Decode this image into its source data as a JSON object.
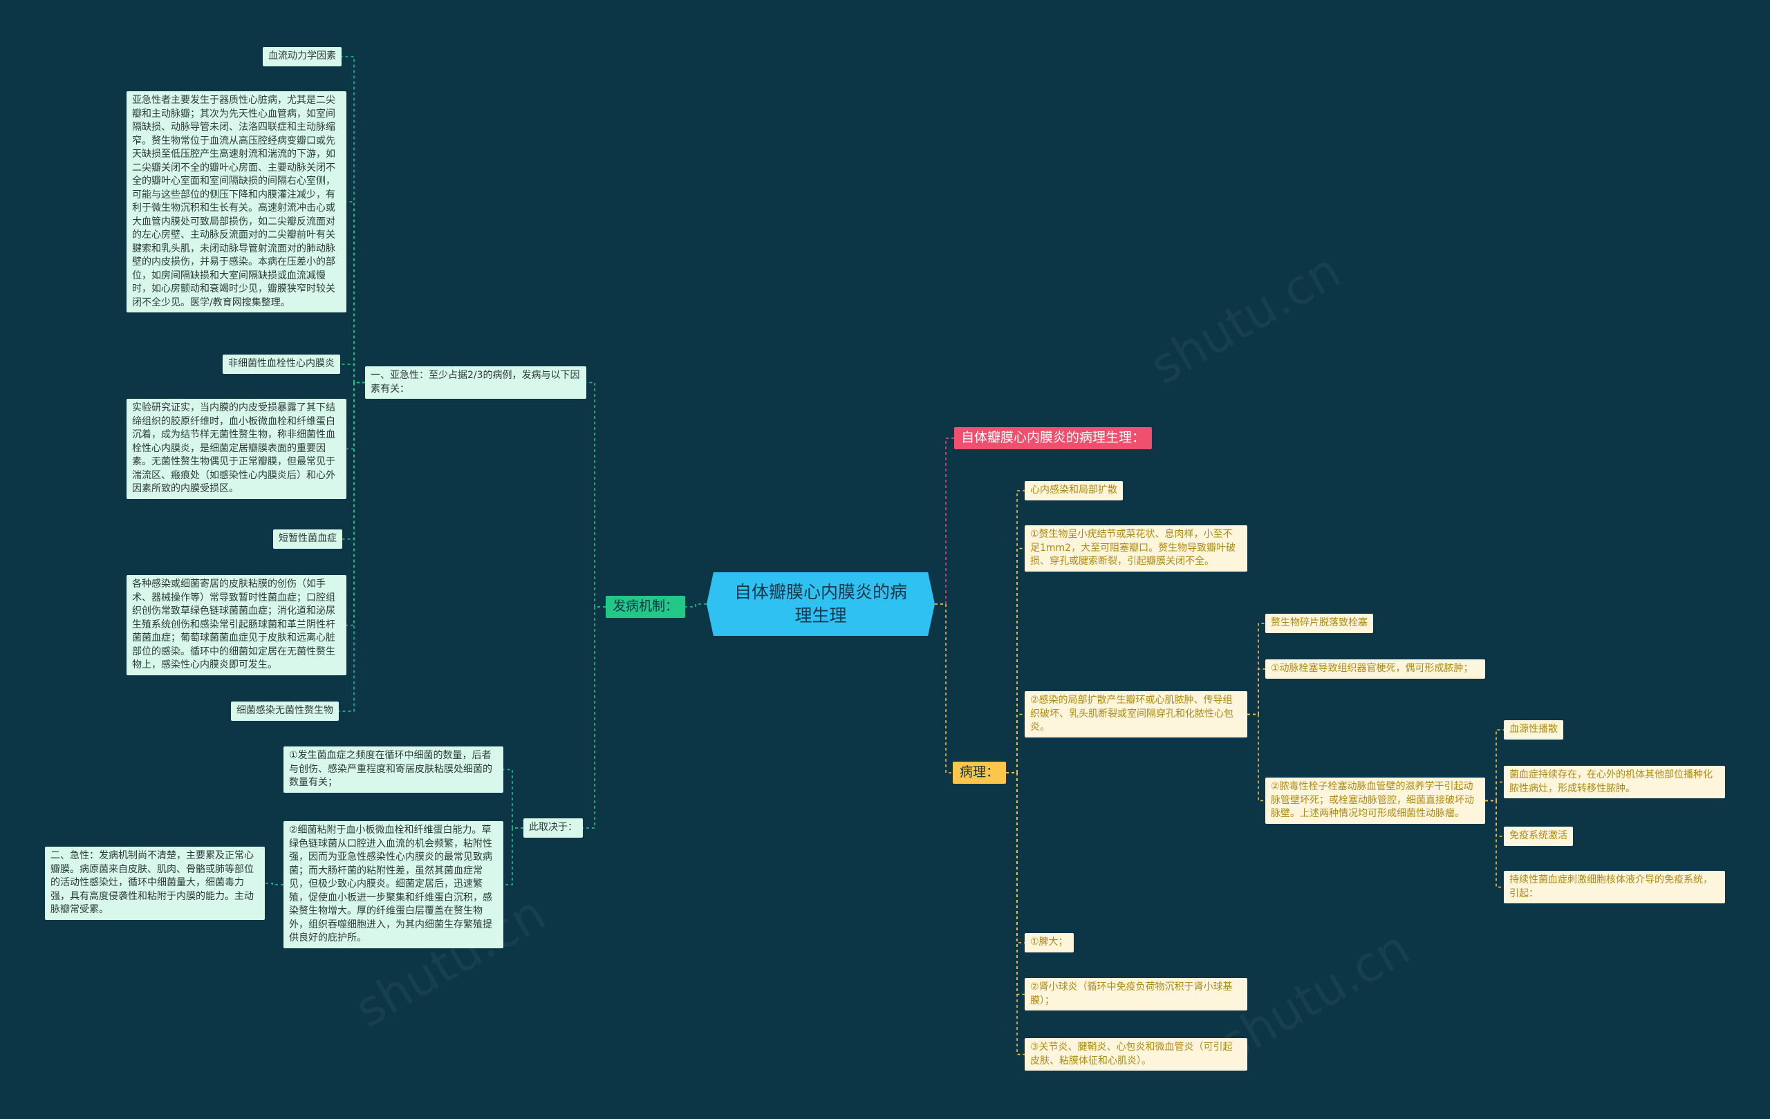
{
  "root": "自体瓣膜心内膜炎的病理生理",
  "left": {
    "branch": "发病机制：",
    "subacute": {
      "title": "一、亚急性：至少占据2/3的病例，发病与以下因素有关：",
      "hemo_title": "血流动力学因素",
      "hemo_text": "亚急性者主要发生于器质性心脏病，尤其是二尖瓣和主动脉瓣；其次为先天性心血管病，如室间隔缺损、动脉导管未闭、法洛四联症和主动脉缩窄。赘生物常位于血流从高压腔经病变瓣口或先天缺损至低压腔产生高速射流和湍流的下游，如二尖瓣关闭不全的瓣叶心房面、主要动脉关闭不全的瓣叶心室面和室间隔缺损的间隔右心室侧，可能与这些部位的侧压下降和内膜灌注减少，有利于微生物沉积和生长有关。高速射流冲击心或大血管内膜处可致局部损伤，如二尖瓣反流面对的左心房壁、主动脉反流面对的二尖瓣前叶有关腱索和乳头肌，未闭动脉导管射流面对的肺动脉壁的内皮损伤，并易于感染。本病在压差小的部位，如房间隔缺损和大室间隔缺损或血流减慢时，如心房颤动和衰竭时少见，瓣膜狭窄时较关闭不全少见。医学/教育网搜集整理。",
      "nbte_title": "非细菌性血栓性心内膜炎",
      "nbte_text": "实验研究证实，当内膜的内皮受损暴露了其下结缔组织的胶原纤维时，血小板微血栓和纤维蛋白沉着，成为结节样无菌性赘生物，称非细菌性血栓性心内膜炎，是细菌定居瓣膜表面的重要因素。无菌性赘生物偶见于正常瓣膜，但最常见于湍流区、瘢痕处（如感染性心内膜炎后）和心外因素所致的内膜受损区。",
      "bact_title": "短暂性菌血症",
      "bact_text": "各种感染或细菌寄居的皮肤粘膜的创伤（如手术、器械操作等）常导致暂时性菌血症；口腔组织创伤常致草绿色链球菌菌血症；消化道和泌尿生殖系统创伤和感染常引起肠球菌和革兰阴性杆菌菌血症；葡萄球菌菌血症见于皮肤和远离心脏部位的感染。循环中的细菌如定居在无菌性赘生物上，感染性心内膜炎即可发生。",
      "infect_title": "细菌感染无菌性赘生物",
      "depends_title": "此取决于：",
      "depends_1": "①发生菌血症之频度在循环中细菌的数量，后者与创伤、感染严重程度和寄居皮肤粘膜处细菌的数量有关；",
      "depends_2": "②细菌粘附于血小板微血栓和纤维蛋白能力。草绿色链球菌从口腔进入血流的机会频繁，粘附性强，因而为亚急性感染性心内膜炎的最常见致病菌；而大肠杆菌的粘附性差，虽然其菌血症常见，但极少致心内膜炎。细菌定居后，迅速繁殖，促使血小板进一步聚集和纤维蛋白沉积，感染赘生物增大。厚的纤维蛋白层覆盖在赘生物外，组织吞噬细胞进入，为其内细菌生存繁殖提供良好的庇护所。"
    },
    "acute": "二、急性：发病机制尚不清楚，主要累及正常心瓣膜。病原菌来自皮肤、肌肉、骨骼或肺等部位的活动性感染灶，循环中细菌量大，细菌毒力强，具有高度侵袭性和粘附于内膜的能力。主动脉瓣常受累。"
  },
  "right": {
    "title_branch": "自体瓣膜心内膜炎的病理生理：",
    "patho_branch": "病理：",
    "local_title": "心内感染和局部扩散",
    "local_1": "①赘生物呈小疣结节或菜花状、息肉样，小至不足1mm2，大至可阻塞瓣口。赘生物导致瓣叶破损、穿孔或腱索断裂，引起瓣膜关闭不全。",
    "local_2": "②感染的局部扩散产生瓣环或心肌脓肿、传导组织破坏、乳头肌断裂或室间隔穿孔和化脓性心包炎。",
    "emb_title": "赘生物碎片脱落致栓塞",
    "emb_1": "①动脉栓塞导致组织器官梗死，偶可形成脓肿；",
    "emb_2": "②脓毒性栓子栓塞动脉血管壁的滋养学干引起动脉管壁坏死；或栓塞动脉管腔，细菌直接破坏动脉壁。上述两种情况均可形成细菌性动脉瘤。",
    "blood_title": "血源性播散",
    "blood_text": "菌血症持续存在，在心外的机体其他部位播种化脓性病灶，形成转移性脓肿。",
    "immune_title": "免疫系统激活",
    "immune_text": "持续性菌血症刺激细胞核体液介导的免疫系统，引起：",
    "spleen": "①脾大；",
    "kidney": "②肾小球炎（循环中免疫负荷物沉积于肾小球基膜）；",
    "joint": "③关节炎、腱鞘炎、心包炎和微血管炎（可引起皮肤、粘膜体征和心肌炎）。"
  },
  "colors": {
    "background": "#0c3545",
    "root": "#2fc1f2",
    "green": "#23c889",
    "red": "#f0506e",
    "yellow": "#fbc64b",
    "mint_node": "#d9f8ec",
    "cream_node": "#fdf5dc"
  }
}
